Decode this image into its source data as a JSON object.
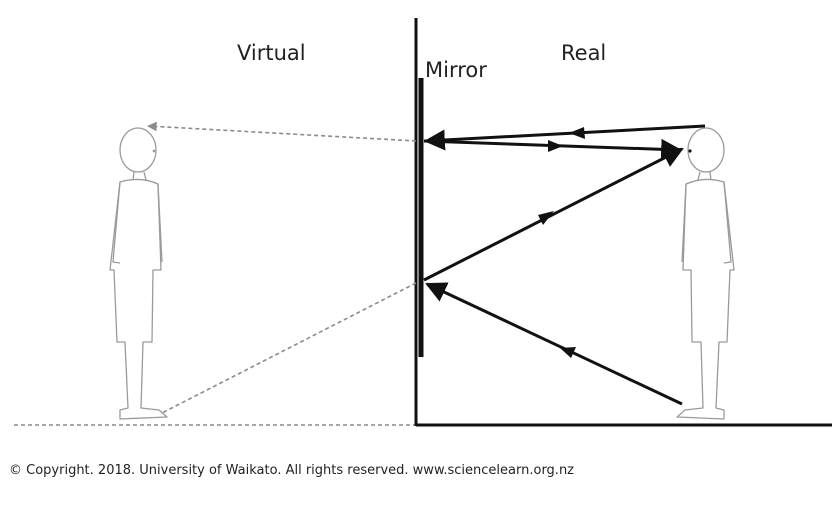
{
  "labels": {
    "virtual": "Virtual",
    "real": "Real",
    "mirror": "Mirror"
  },
  "copyright": "© Copyright. 2018. University of Waikato. All rights reserved. www.sciencelearn.org.nz",
  "colors": {
    "ink": "#111111",
    "virtual_ray": "#8a8a8a",
    "figure_outline": "#9a9a9a"
  }
}
